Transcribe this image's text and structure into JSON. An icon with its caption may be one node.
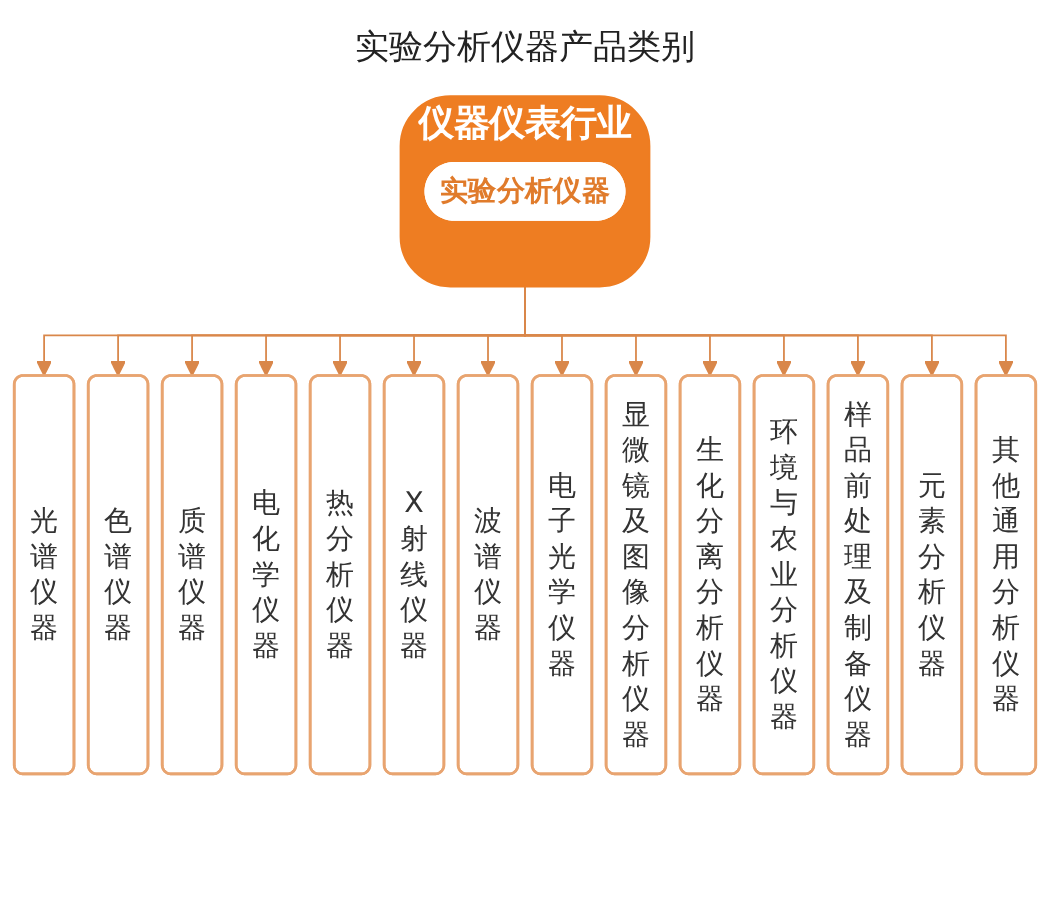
{
  "diagram": {
    "title": "实验分析仪器产品类别",
    "nodes": [
      {
        "text": [
          "仪器仪表行业"
        ]
      },
      {
        "text": [
          "实验分析仪器"
        ],
        "in": 0
      },
      {
        "text": [
          "光谱仪器"
        ]
      },
      {
        "text": [
          "色谱仪器"
        ]
      },
      {
        "text": [
          "质谱仪器"
        ]
      },
      {
        "text": [
          "电化学仪器"
        ]
      },
      {
        "text": [
          "热分析仪器"
        ]
      },
      {
        "text": [
          "X射线仪器"
        ]
      },
      {
        "text": [
          "波谱仪器"
        ]
      },
      {
        "text": [
          "电子光学仪器"
        ]
      },
      {
        "text": [
          "显微镜及图像分析仪器"
        ]
      },
      {
        "text": [
          "生化分离分析仪器"
        ]
      },
      {
        "text": [
          "环境与农业分析仪器"
        ]
      },
      {
        "text": [
          "样品前处理及制备仪器"
        ]
      },
      {
        "text": [
          "元素分析仪器"
        ]
      },
      {
        "text": [
          "其他通用分析仪器"
        ]
      }
    ],
    "edges": [
      {
        "from": 0,
        "to": 2,
        "arrow": "to"
      },
      {
        "from": 0,
        "to": 3,
        "arrow": "to"
      },
      {
        "from": 0,
        "to": 4,
        "arrow": "to"
      },
      {
        "from": 0,
        "to": 5,
        "arrow": "to"
      },
      {
        "from": 0,
        "to": 6,
        "arrow": "to"
      },
      {
        "from": 0,
        "to": 7,
        "arrow": "to"
      },
      {
        "from": 0,
        "to": 8,
        "arrow": "to"
      },
      {
        "from": 0,
        "to": 9,
        "arrow": "to"
      },
      {
        "from": 0,
        "to": 10,
        "arrow": "to"
      },
      {
        "from": 0,
        "to": 11,
        "arrow": "to"
      },
      {
        "from": 0,
        "to": 12,
        "arrow": "to"
      },
      {
        "from": 0,
        "to": 13,
        "arrow": "to"
      },
      {
        "from": 0,
        "to": 14,
        "arrow": "to"
      },
      {
        "from": 0,
        "to": 15,
        "arrow": "to"
      }
    ]
  }
}
